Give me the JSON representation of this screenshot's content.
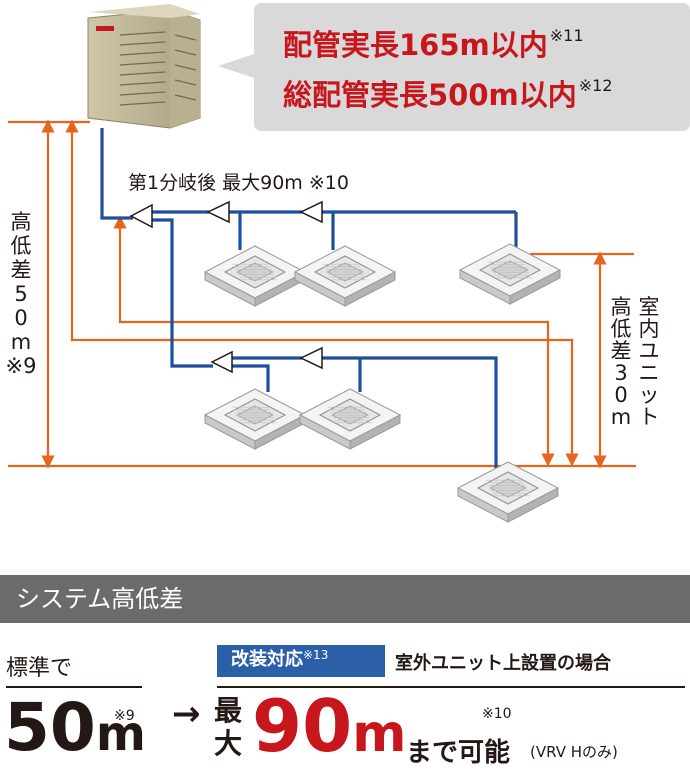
{
  "callout": {
    "line1": "配管実長165m以内",
    "line1_note": "※11",
    "line2": "総配管実長500m以内",
    "line2_note": "※12"
  },
  "branch_label": "第1分岐後 最大90m ※10",
  "height_left": {
    "chars": [
      "高",
      "低",
      "差",
      "5",
      "0",
      "m",
      "※9"
    ]
  },
  "height_right": {
    "col1": [
      "室",
      "内",
      "ユ",
      "ニ",
      "ッ",
      "ト"
    ],
    "col2": [
      "高",
      "低",
      "差",
      "3",
      "0",
      "m"
    ]
  },
  "section": {
    "title": "システム高低差"
  },
  "standard": {
    "label": "標準で",
    "value": "50",
    "unit": "m",
    "note": "※9"
  },
  "arrow_symbol": "→",
  "renovation": {
    "badge": "改装対応",
    "badge_note": "※13",
    "condition": "室外ユニット上設置の場合",
    "prefix_top": "最",
    "prefix_bottom": "大",
    "value": "90",
    "unit": "m",
    "suffix": "まで可能",
    "suffix_sub": "(VRV Hのみ)",
    "note": "※10"
  },
  "colors": {
    "pipe": "#1d4f9c",
    "dimension": "#e8641e",
    "red_text": "#c8161d",
    "section_bar": "#6b6b6b",
    "badge": "#2b5fa8"
  }
}
